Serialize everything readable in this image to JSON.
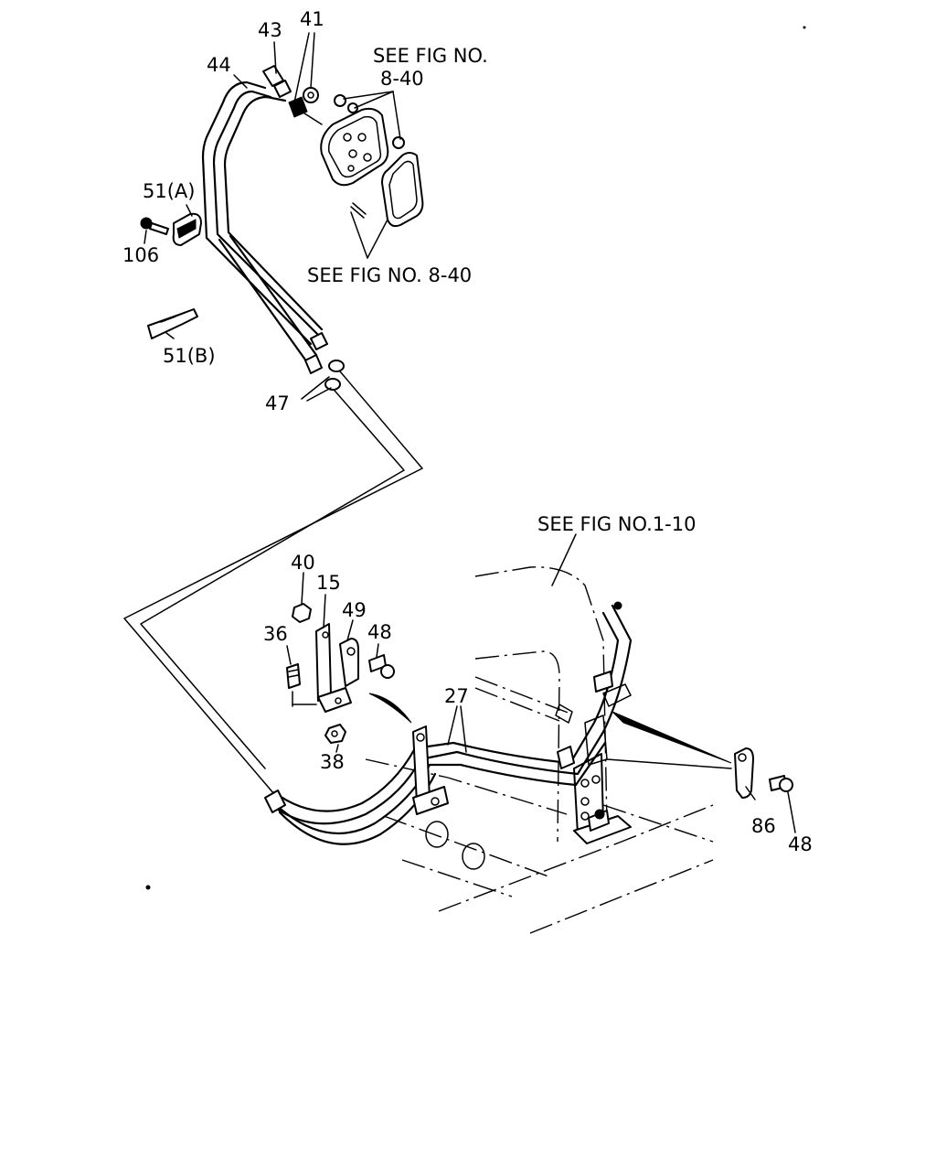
{
  "labels": {
    "p43": "43",
    "p41": "41",
    "p44": "44",
    "see_fig_1": "SEE FIG NO.",
    "see_fig_1b": "8-40",
    "p51a": "51(A)",
    "p106": "106",
    "see_fig_2": "SEE FIG NO. 8-40",
    "p51b": "51(B)",
    "p47": "47",
    "see_fig_3": "SEE FIG  NO.1-10",
    "p40": "40",
    "p15": "15",
    "p49": "49",
    "p48a": "48",
    "p36": "36",
    "p27": "27",
    "p38": "38",
    "p86": "86",
    "p48b": "48"
  }
}
